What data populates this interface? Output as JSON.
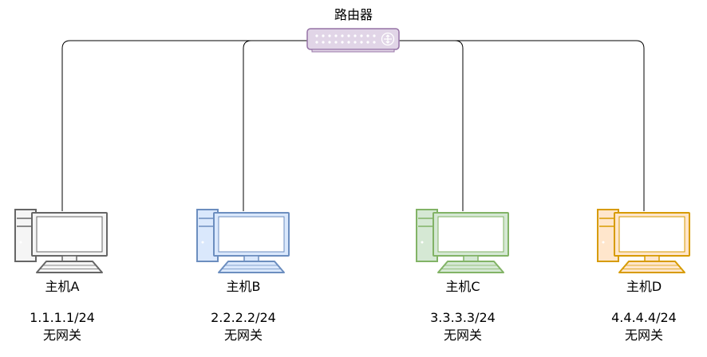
{
  "router": {
    "label": "路由器",
    "icon": "router-icon"
  },
  "hosts": [
    {
      "name": "主机A",
      "ip": "1.1.1.1/24",
      "gateway": "无网关",
      "stroke": "#666666",
      "fill": "#f5f5f5",
      "icon": "desktop-computer-icon"
    },
    {
      "name": "主机B",
      "ip": "2.2.2.2/24",
      "gateway": "无网关",
      "stroke": "#6c8ebf",
      "fill": "#dae8fc",
      "icon": "desktop-computer-icon"
    },
    {
      "name": "主机C",
      "ip": "3.3.3.3/24",
      "gateway": "无网关",
      "stroke": "#82b366",
      "fill": "#d5e8d4",
      "icon": "desktop-computer-icon"
    },
    {
      "name": "主机D",
      "ip": "4.4.4.4/24",
      "gateway": "无网关",
      "stroke": "#d79b00",
      "fill": "#ffe6cc",
      "icon": "desktop-computer-icon"
    }
  ],
  "colors": {
    "router_stroke": "#9673a6",
    "router_fill": "#e1d5e7",
    "link": "#000000"
  }
}
